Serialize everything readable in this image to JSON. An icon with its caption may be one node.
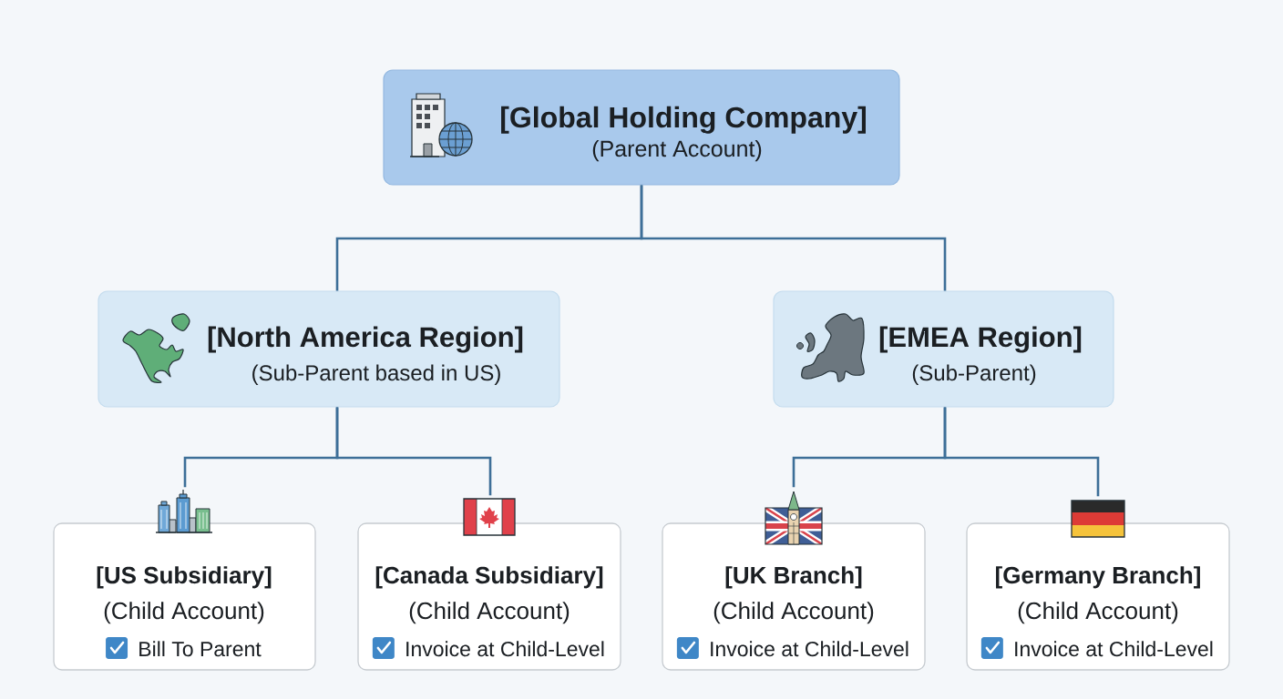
{
  "diagram": {
    "nodes": [
      {
        "text": [
          "[Global Holding Company]",
          "(Parent Account)"
        ]
      },
      {
        "text": [
          "[North America Region]",
          "(Sub-Parent based in US)"
        ]
      },
      {
        "text": [
          "[EMEA Region]",
          "(Sub-Parent)"
        ]
      },
      {
        "text": [
          "[US Subsidiary]",
          "(Child Account)",
          "Bill To Parent"
        ]
      },
      {
        "text": [
          "[Canada Subsidiary]",
          "(Child Account)",
          "Invoice at Child-Level"
        ]
      },
      {
        "text": [
          "[UK Branch]",
          "(Child Account)",
          "Invoice at Child-Level"
        ]
      },
      {
        "text": [
          "[Germany Branch]",
          "(Child Account)",
          "Invoice at Child-Level"
        ]
      }
    ],
    "edges": [
      {
        "from": 0,
        "to": 1,
        "arrow": "none"
      },
      {
        "from": 0,
        "to": 2,
        "arrow": "none"
      },
      {
        "from": 1,
        "to": 3,
        "arrow": "none"
      },
      {
        "from": 1,
        "to": 4,
        "arrow": "none"
      },
      {
        "from": 2,
        "to": 5,
        "arrow": "none"
      },
      {
        "from": 2,
        "to": 6,
        "arrow": "none"
      }
    ]
  }
}
